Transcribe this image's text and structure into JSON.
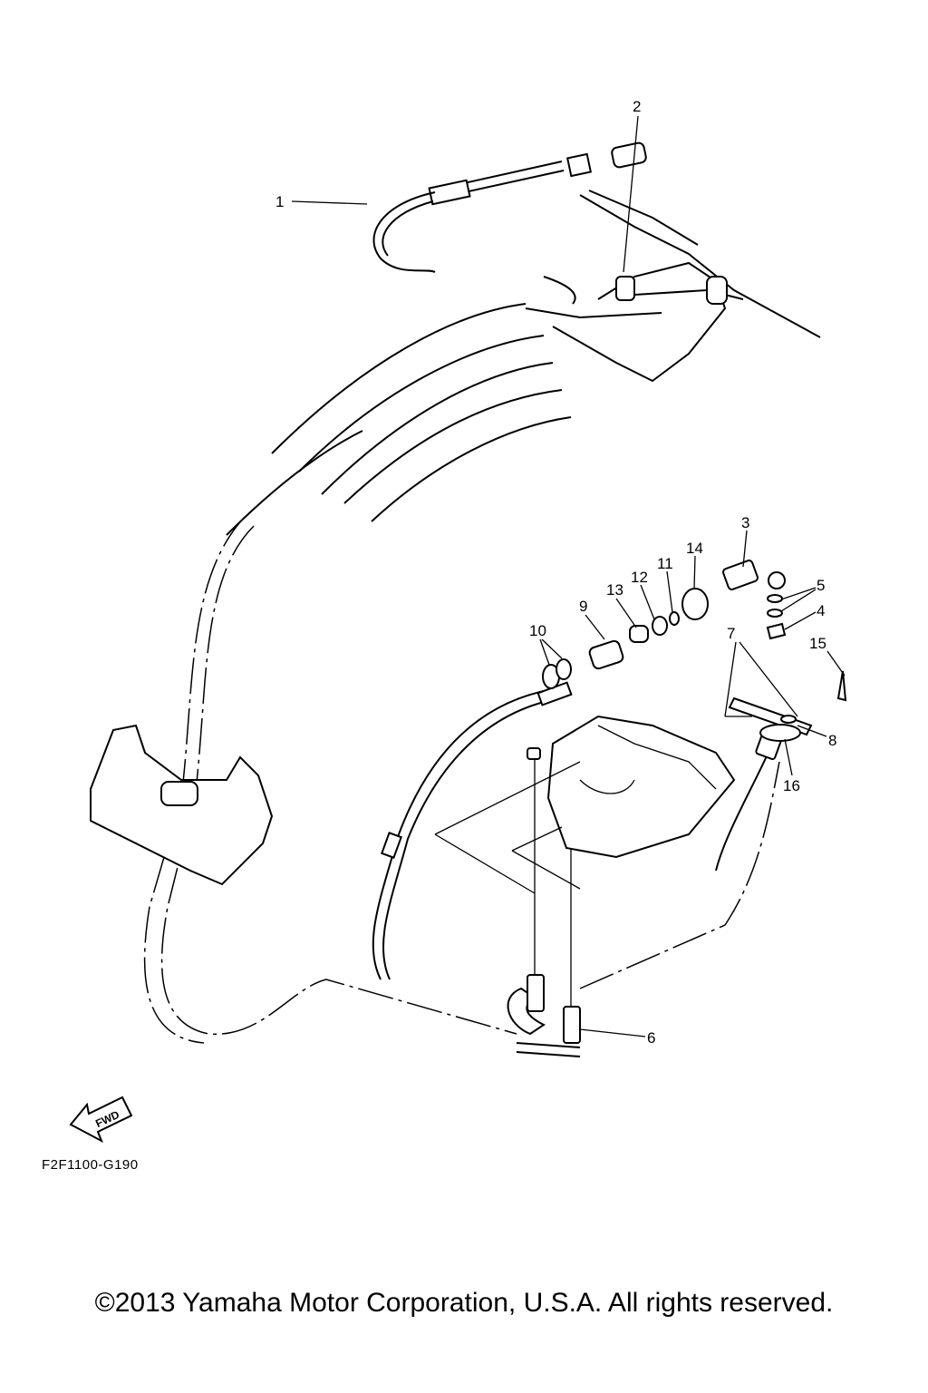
{
  "diagram": {
    "callouts": [
      "1",
      "2",
      "3",
      "4",
      "5",
      "6",
      "7",
      "8",
      "9",
      "10",
      "11",
      "12",
      "13",
      "14",
      "15",
      "16"
    ],
    "fwd_label": "FWD",
    "code": "F2F1100-G190"
  },
  "footer": {
    "copyright": "©2013 Yamaha Motor Corporation, U.S.A. All rights reserved."
  }
}
